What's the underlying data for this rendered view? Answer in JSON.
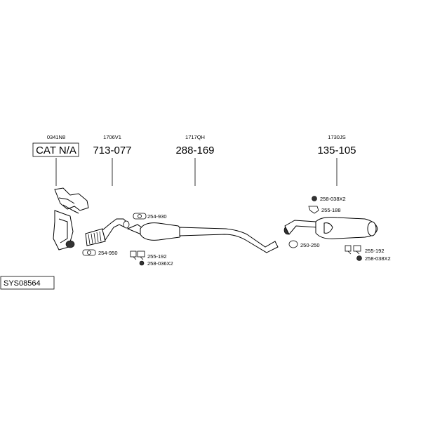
{
  "diagram": {
    "system_code": "SYS08564",
    "assemblies": [
      {
        "ref": "0341N8",
        "number": "CAT N/A"
      },
      {
        "ref": "1706V1",
        "number": "713-077"
      },
      {
        "ref": "1717QH",
        "number": "288-169"
      },
      {
        "ref": "1730JS",
        "number": "135-105"
      }
    ],
    "parts": {
      "p254_930": "254-930",
      "p254_950": "254-950",
      "p255_192_left": "255-192",
      "p258_036x2": "258-036X2",
      "p258_038x2_top": "258-038X2",
      "p255_188": "255-188",
      "p250_250": "250-250",
      "p255_192_right": "255-192",
      "p258_038x2_bottom": "258-038X2"
    }
  }
}
